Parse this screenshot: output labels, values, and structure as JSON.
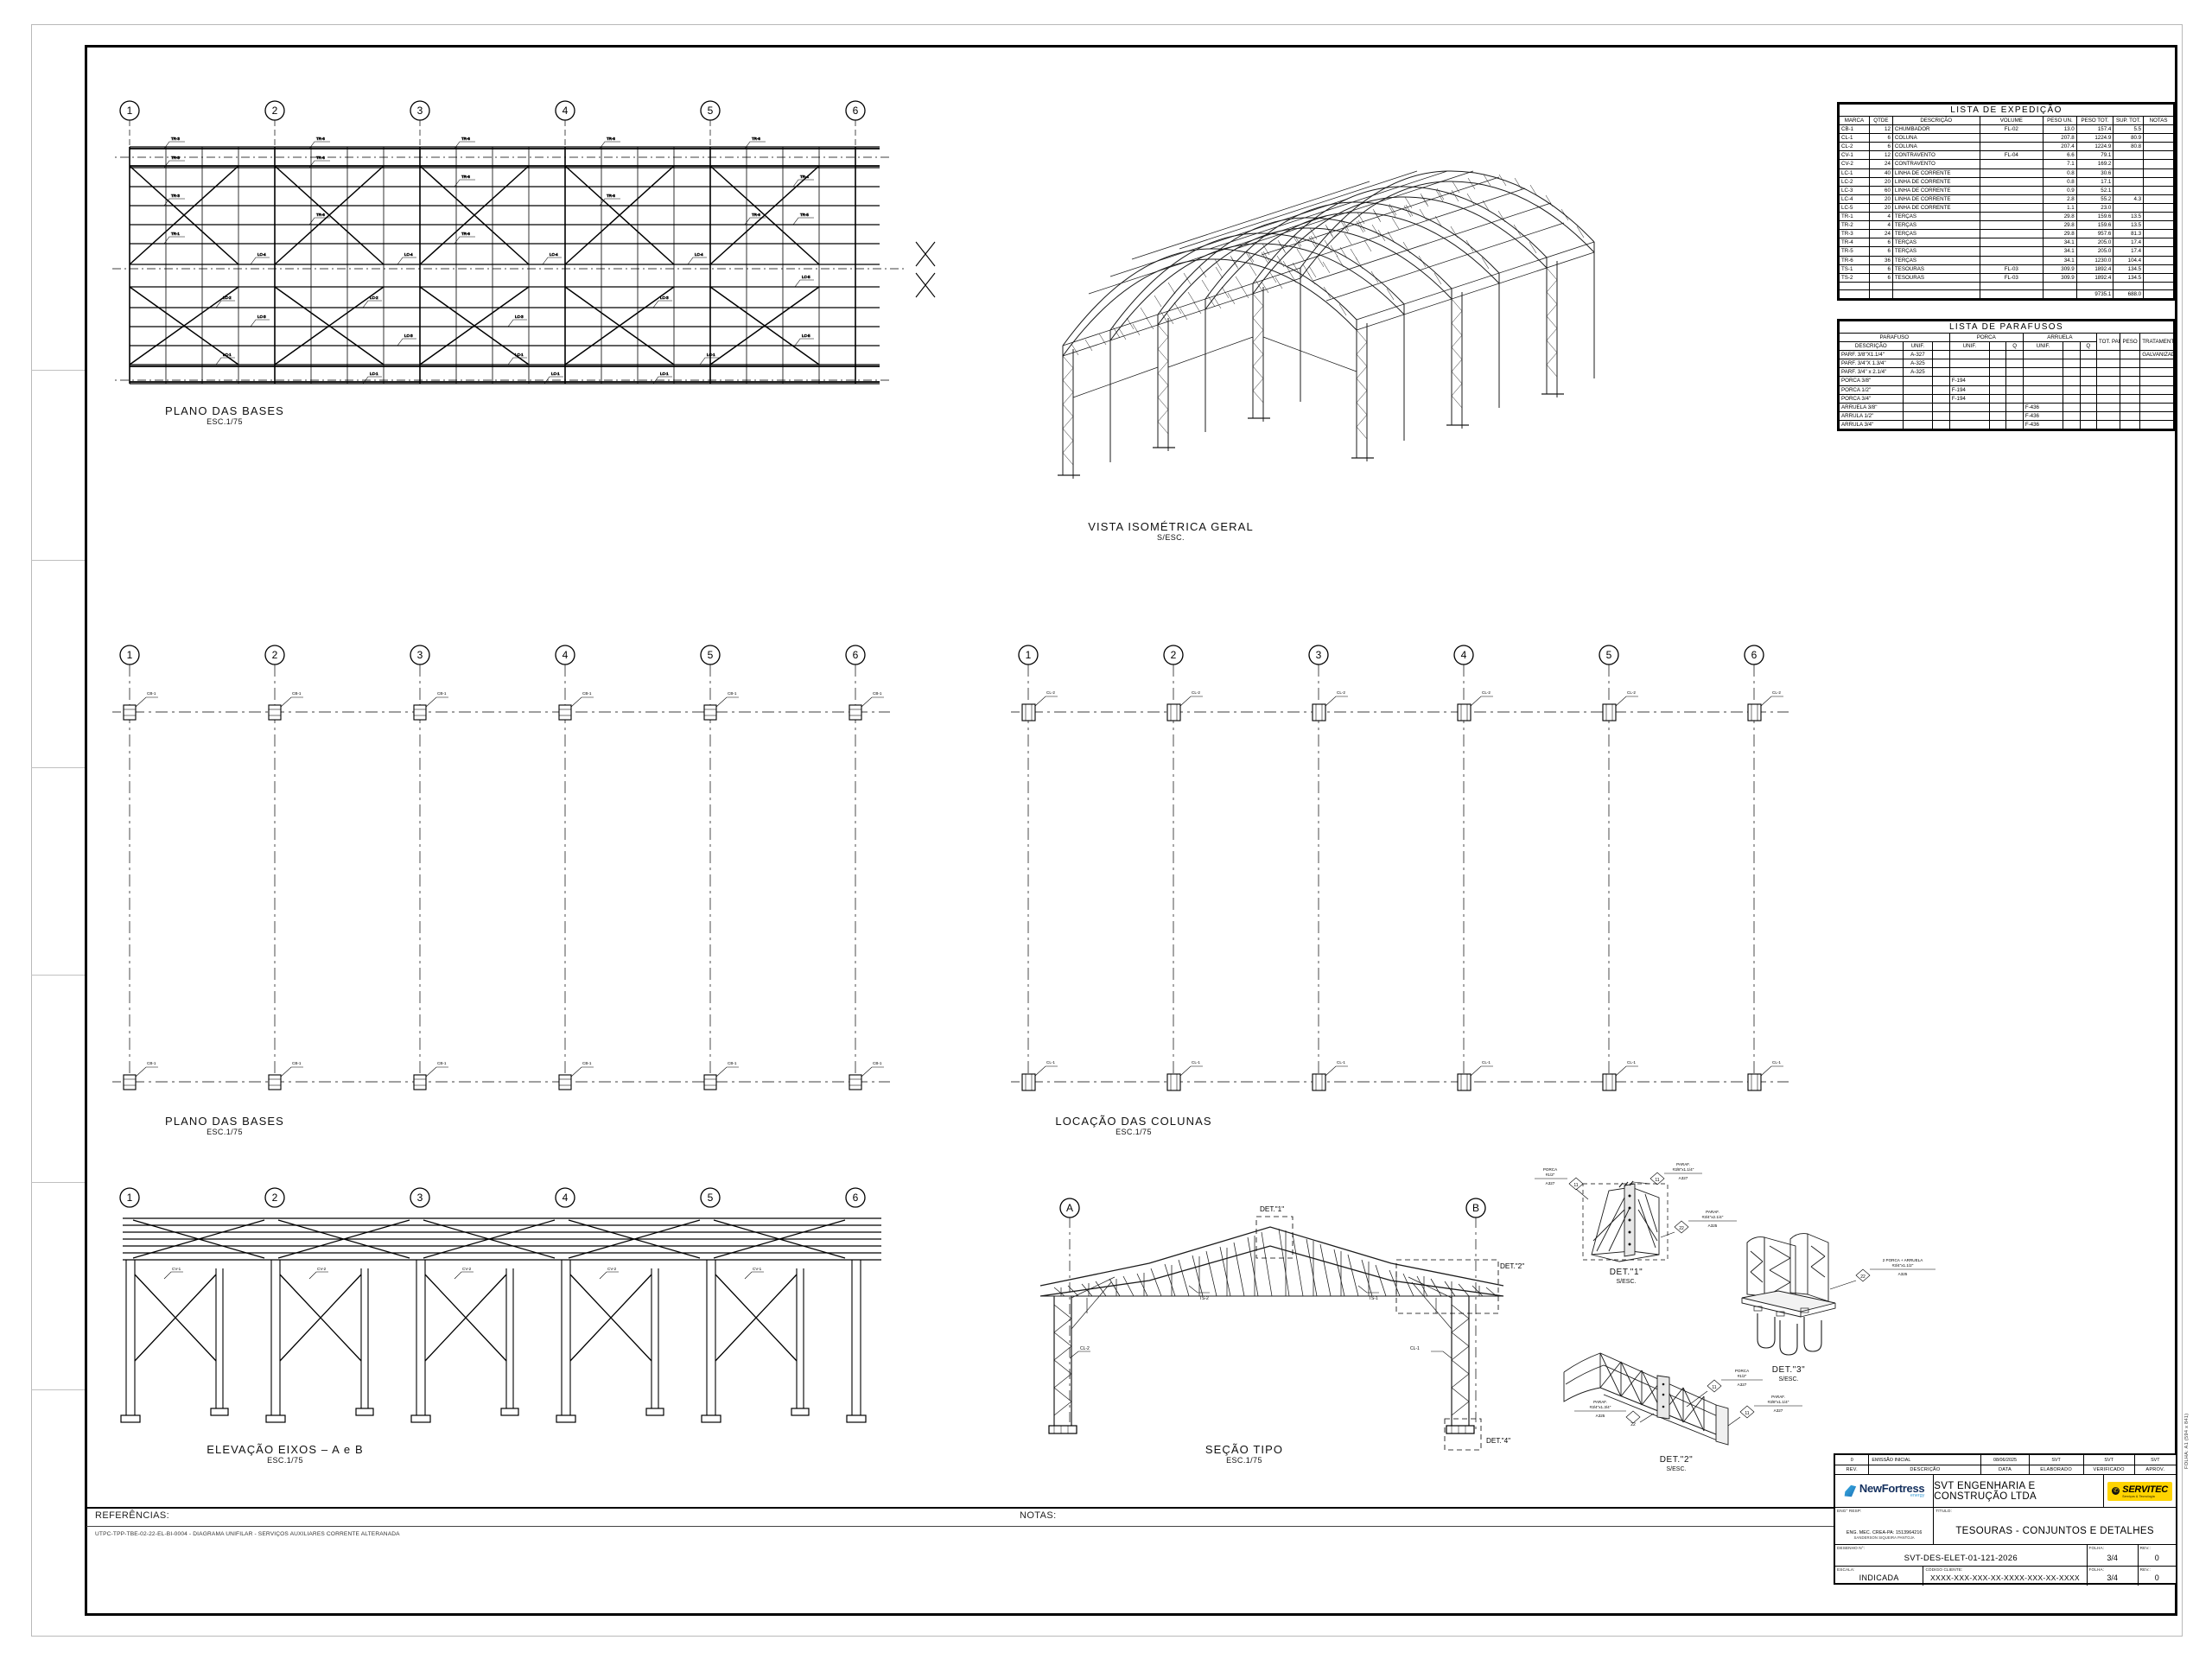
{
  "sheet": {
    "format_note": "FOLHA: A1 (594 x 841)"
  },
  "views": [
    {
      "id": "plano-bases-top",
      "title": "PLANO DAS BASES",
      "scale": "ESC.1/75"
    },
    {
      "id": "vista-isometrica",
      "title": "VISTA ISOMÉTRICA GERAL",
      "scale": "S/ESC."
    },
    {
      "id": "plano-bases-mid",
      "title": "PLANO DAS BASES",
      "scale": "ESC.1/75"
    },
    {
      "id": "locacao-colunas",
      "title": "LOCAÇÃO DAS COLUNAS",
      "scale": "ESC.1/75"
    },
    {
      "id": "elevacao-eixos",
      "title": "ELEVAÇÃO EIXOS – A e B",
      "scale": "ESC.1/75"
    },
    {
      "id": "secao-tipo",
      "title": "SEÇÃO TIPO",
      "scale": "ESC.1/75"
    },
    {
      "id": "det-1",
      "title": "DET.\"1\"",
      "scale": "S/ESC."
    },
    {
      "id": "det-2",
      "title": "DET.\"2\"",
      "scale": "S/ESC."
    },
    {
      "id": "det-3",
      "title": "DET.\"3\"",
      "scale": "S/ESC."
    }
  ],
  "grid": {
    "columns": [
      "1",
      "2",
      "3",
      "4",
      "5",
      "6"
    ],
    "rows": [
      "A",
      "B"
    ]
  },
  "section_callouts": [
    "DET.\"1\"",
    "DET.\"2\"",
    "DET.\"4\""
  ],
  "section_marks": [
    "TS-2",
    "TS-1",
    "CL-2",
    "CL-1"
  ],
  "detail_tags": {
    "det1": [
      {
        "item": "11",
        "line1": "PORCA",
        "line2": "#1/2\"",
        "line3": "A327"
      },
      {
        "item": "11",
        "line1": "PARAF.",
        "line2": "#3/8\"x1.1/4\"",
        "line3": "A327"
      },
      {
        "item": "22",
        "line1": "PARAF.",
        "line2": "#3/4\"x2.1/4\"",
        "line3": "A325"
      }
    ],
    "det2": [
      {
        "item": "11",
        "line1": "PORCA",
        "line2": "#1/2\"",
        "line3": "A327"
      },
      {
        "item": "11",
        "line1": "PARAF.",
        "line2": "#3/8\"x1.1/4\"",
        "line3": "A327"
      },
      {
        "item": "22",
        "line1": "PARAF.",
        "line2": "#3/4\"x1.3/4\"",
        "line3": "A325"
      }
    ],
    "det3": [
      {
        "item": "22",
        "line1": "2 PORCA +",
        "line2": "#3/4\"x1.",
        "line3": "A325"
      }
    ]
  },
  "expedition_table": {
    "title": "LISTA DE EXPEDIÇÃO",
    "headers": [
      "MARCA",
      "QTDE",
      "DESCRIÇÃO",
      "VOLUME",
      "PESO UN.",
      "PESO TOT.",
      "SUP. TOT.",
      "NOTAS"
    ],
    "rows": [
      [
        "CB-1",
        "12",
        "CHUMBADOR",
        "FL-02",
        "13.0",
        "157.4",
        "5.5",
        ""
      ],
      [
        "CL-1",
        "6",
        "COLUNA",
        "",
        "207.8",
        "1224.9",
        "80.9",
        ""
      ],
      [
        "CL-2",
        "6",
        "COLUNA",
        "",
        "207.4",
        "1224.9",
        "80.8",
        ""
      ],
      [
        "CV-1",
        "12",
        "CONTRAVENTO",
        "FL-04",
        "6.6",
        "79.1",
        "",
        ""
      ],
      [
        "CV-2",
        "24",
        "CONTRAVENTO",
        "",
        "7.1",
        "169.2",
        "",
        ""
      ],
      [
        "LC-1",
        "40",
        "LINHA DE CORRENTE",
        "",
        "0.8",
        "30.6",
        "",
        ""
      ],
      [
        "LC-2",
        "20",
        "LINHA DE CORRENTE",
        "",
        "0.8",
        "17.1",
        "",
        ""
      ],
      [
        "LC-3",
        "60",
        "LINHA DE CORRENTE",
        "",
        "0.9",
        "52.1",
        "",
        ""
      ],
      [
        "LC-4",
        "20",
        "LINHA DE CORRENTE",
        "",
        "2.8",
        "55.2",
        "4.3",
        ""
      ],
      [
        "LC-5",
        "20",
        "LINHA DE CORRENTE",
        "",
        "1.1",
        "23.0",
        "",
        ""
      ],
      [
        "TR-1",
        "4",
        "TERÇAS",
        "",
        "29.8",
        "159.6",
        "13.5",
        ""
      ],
      [
        "TR-2",
        "4",
        "TERÇAS",
        "",
        "29.8",
        "159.6",
        "13.5",
        ""
      ],
      [
        "TR-3",
        "24",
        "TERÇAS",
        "",
        "29.8",
        "957.6",
        "81.3",
        ""
      ],
      [
        "TR-4",
        "6",
        "TERÇAS",
        "",
        "34.1",
        "205.0",
        "17.4",
        ""
      ],
      [
        "TR-5",
        "6",
        "TERÇAS",
        "",
        "34.1",
        "205.0",
        "17.4",
        ""
      ],
      [
        "TR-6",
        "36",
        "TERÇAS",
        "",
        "34.1",
        "1230.0",
        "104.4",
        ""
      ],
      [
        "TS-1",
        "6",
        "TESOURAS",
        "FL-03",
        "309.9",
        "1892.4",
        "134.5",
        ""
      ],
      [
        "TS-2",
        "6",
        "TESOURAS",
        "FL-03",
        "309.9",
        "1892.4",
        "134.5",
        ""
      ],
      [
        "",
        "",
        "",
        "",
        "",
        "",
        "",
        ""
      ],
      [
        "",
        "",
        "",
        "",
        "",
        "9735.1",
        "688.0",
        ""
      ]
    ]
  },
  "bolts_table": {
    "title": "LISTA DE PARAFUSOS",
    "group_headers": [
      "PARAFUSO",
      "PORCA",
      "ARRUELA",
      "TOT. PARAF.",
      "PESO",
      "TRATAMENTO"
    ],
    "sub_headers": [
      "DESCRIÇÃO",
      "UNIF.",
      "",
      "UNIF.",
      "",
      "Q",
      "UNIF.",
      "",
      "Q"
    ],
    "rows": [
      {
        "descricao": "PARF. 3/8''X1.1/4''",
        "parafuso_unif": "A-327",
        "porca_unif": "",
        "arruela_unif": "",
        "tratamento": "GALVANIZADO"
      },
      {
        "descricao": "PARF. 3/4''X 1.3/4''",
        "parafuso_unif": "A-325",
        "porca_unif": "",
        "arruela_unif": "",
        "tratamento": ""
      },
      {
        "descricao": "PARF. 3/4'' x 2.1/4''",
        "parafuso_unif": "A-325",
        "porca_unif": "",
        "arruela_unif": "",
        "tratamento": ""
      },
      {
        "descricao": "PORCA 3/8''",
        "parafuso_unif": "",
        "porca_unif": "F-194",
        "arruela_unif": "",
        "tratamento": ""
      },
      {
        "descricao": "PORCA 1/2''",
        "parafuso_unif": "",
        "porca_unif": "F-194",
        "arruela_unif": "",
        "tratamento": ""
      },
      {
        "descricao": "PORCA 3/4''",
        "parafuso_unif": "",
        "porca_unif": "F-194",
        "arruela_unif": "",
        "tratamento": ""
      },
      {
        "descricao": "ARRUELA 3/8''",
        "parafuso_unif": "",
        "porca_unif": "",
        "arruela_unif": "F-436",
        "tratamento": ""
      },
      {
        "descricao": "ARRULA 1/2''",
        "parafuso_unif": "",
        "porca_unif": "",
        "arruela_unif": "F-436",
        "tratamento": ""
      },
      {
        "descricao": "ARRULA 3/4''",
        "parafuso_unif": "",
        "porca_unif": "",
        "arruela_unif": "F-436",
        "tratamento": ""
      }
    ]
  },
  "bottom_strips": {
    "referencias_label": "REFERÊNCIAS:",
    "referencias_text": "UTPC-TPP-TBE-02-22-EL-BI-0004 - DIAGRAMA UNIFILAR - SERVIÇOS AUXILIARES CORRENTE ALTERANADA",
    "notas_label": "NOTAS:"
  },
  "title_block": {
    "rev_row": {
      "rev": "0",
      "descricao": "EMISSÃO INICIAL",
      "data": "08/06/2025",
      "elaborado": "SVT",
      "verificado": "SVT",
      "aprov": "SVT"
    },
    "rev_headers": {
      "rev": "REV.",
      "descricao": "DESCRIÇÃO",
      "data": "DATA",
      "elaborado": "ELABORADO",
      "verificado": "VERIFICADO",
      "aprov": "APROV."
    },
    "client_logo": {
      "name": "NewFortress",
      "sub": "energy"
    },
    "company": "SVT ENGENHARIA E CONSTRUÇÃO LTDA",
    "contractor_logo": {
      "name": "SERVITEC",
      "sub": "Serviços & Tecnologia"
    },
    "eng_resp_caption": "ENG° RESP:",
    "eng_resp_line1": "ENG. MEC. CREA-PA: 1513964216",
    "eng_resp_line2": "SANDERSON SIQUEIRA PANTOJA",
    "titulo_caption": "TÍTULO:",
    "titulo": "TESOURAS - CONJUNTOS E DETALHES",
    "desenho_caption": "DESENHO N°:",
    "desenho_no": "SVT-DES-ELET-01-121-2026",
    "escala_caption": "ESCALA:",
    "escala": "INDICADA",
    "codigo_caption": "CÓDIGO CLIENTE:",
    "codigo_cliente": "XXXX-XXX-XXX-XX-XXXX-XXX-XX-XXXX",
    "folha_caption": "FOLHA:",
    "folha": "3/4",
    "rev_caption": "REV.:",
    "rev": "0"
  }
}
